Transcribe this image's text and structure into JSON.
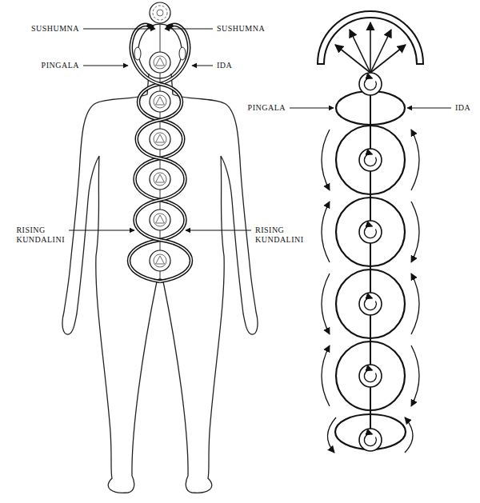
{
  "diagram": {
    "labels": [
      "SUSHUMNA",
      "SUSHUMNA",
      "PINGALA",
      "IDA",
      "RISING KUNDALINI",
      "RISING KUNDALINI",
      "PINGALA",
      "IDA"
    ]
  }
}
